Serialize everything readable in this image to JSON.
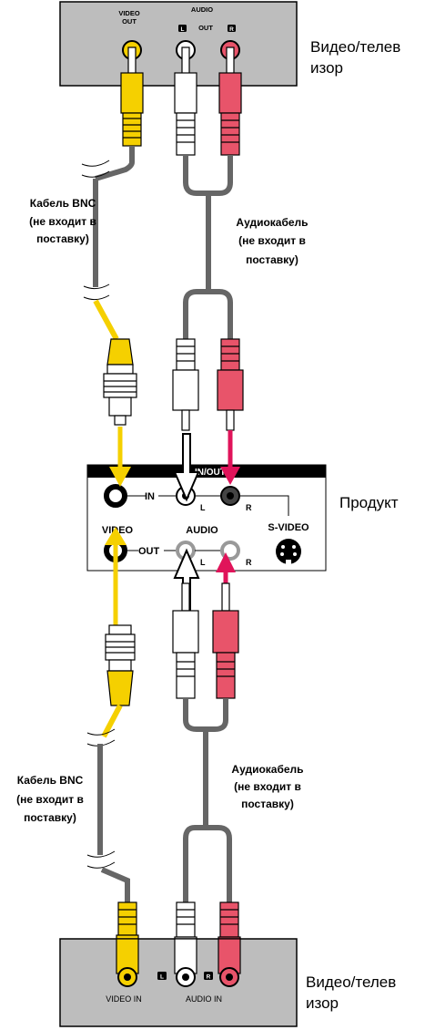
{
  "top_device": {
    "name_line1": "Видео/телев",
    "name_line2": "изор",
    "video_out_line1": "VIDEO",
    "video_out_line2": "OUT",
    "audio_line1": "AUDIO",
    "audio_line2": "OUT",
    "left_badge": "L",
    "right_badge": "R"
  },
  "cable_labels": {
    "bnc_top_line1": "Кабель BNC",
    "bnc_top_line2": "(не входит в",
    "bnc_top_line3": "поставку)",
    "audio_top_line1": "Аудиокабель",
    "audio_top_line2": "(не входит в",
    "audio_top_line3": "поставку)",
    "bnc_bottom_line1": "Кабель BNC",
    "bnc_bottom_line2": "(не входит в",
    "bnc_bottom_line3": "поставку)",
    "audio_bottom_line1": "Аудиокабель",
    "audio_bottom_line2": "(не входит в",
    "audio_bottom_line3": "поставку)"
  },
  "product": {
    "name": "Продукт",
    "header": "IN/OUT",
    "in_label": "IN",
    "out_label": "OUT",
    "video_label": "VIDEO",
    "audio_label": "AUDIO",
    "svideo_label": "S-VIDEO",
    "l_in": "L",
    "r_in": "R",
    "l_out": "L",
    "r_out": "R"
  },
  "bottom_device": {
    "name_line1": "Видео/телев",
    "name_line2": "изор",
    "video_in": "VIDEO IN",
    "audio_in": "AUDIO IN",
    "left_badge": "L",
    "right_badge": "R"
  },
  "colors": {
    "video_cable": "#f5d000",
    "audio_left": "#ffffff",
    "audio_right": "#e8546a",
    "arrow_right": "#e0145a",
    "cable_gray": "#666666",
    "device_fill": "#bdbdbd"
  }
}
